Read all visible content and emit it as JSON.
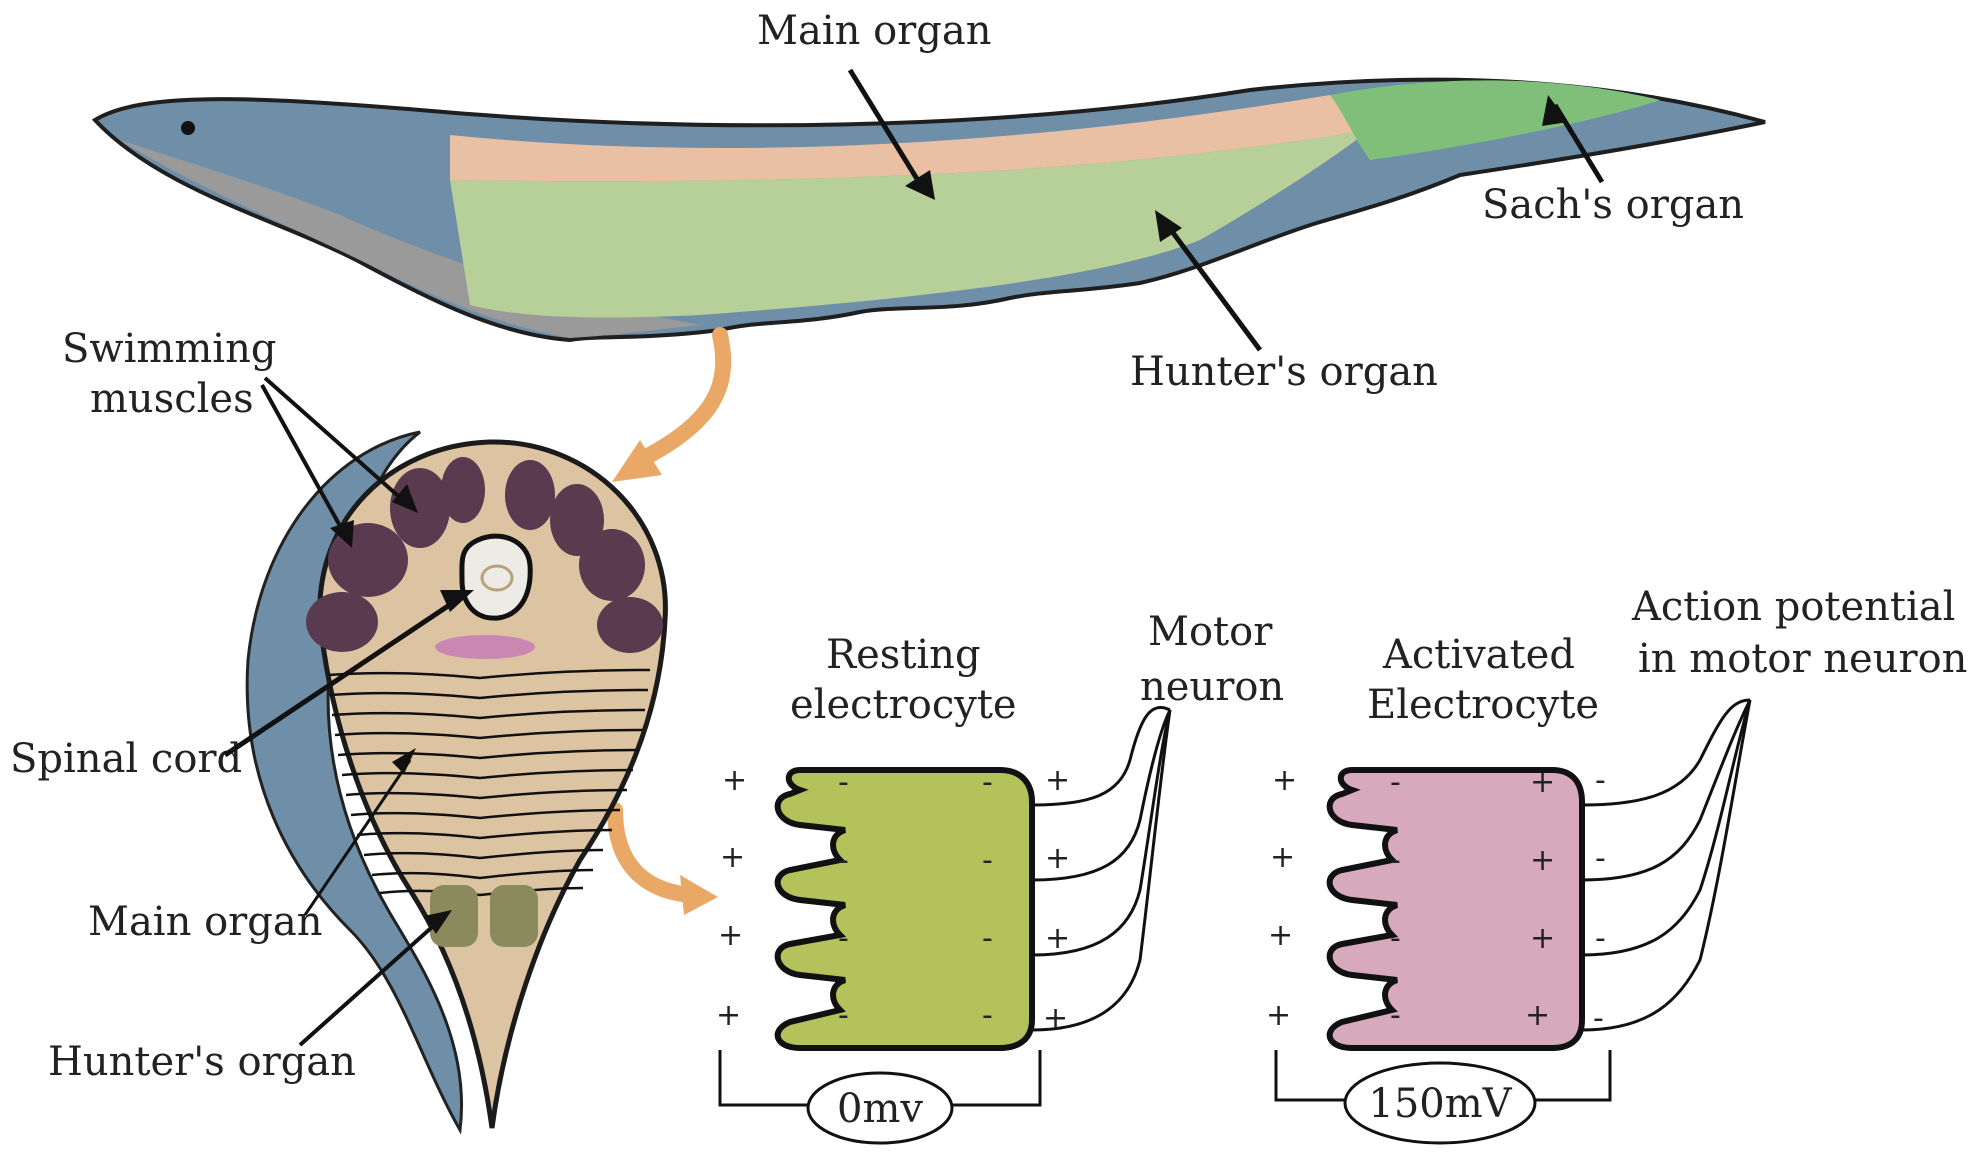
{
  "eel": {
    "labels": {
      "main_organ": "Main organ",
      "sachs_organ": "Sach's organ",
      "hunters_organ": "Hunter's organ"
    }
  },
  "cross_section": {
    "labels": {
      "swimming_muscles_line1": "Swimming",
      "swimming_muscles_line2": "muscles",
      "spinal_cord": "Spinal cord",
      "main_organ": "Main organ",
      "hunters_organ": "Hunter's organ"
    }
  },
  "resting": {
    "title_line1": "Resting",
    "title_line2": "electrocyte",
    "neuron_line1": "Motor",
    "neuron_line2": "neuron",
    "voltage": "0mv",
    "plus": "+",
    "minus": "-"
  },
  "activated": {
    "title_line1": "Activated",
    "title_line2": "Electrocyte",
    "neuron_line1": "Action potential",
    "neuron_line2": "in motor neuron",
    "voltage": "150mV",
    "plus": "+",
    "minus": "-"
  },
  "colors": {
    "body_blue": "#6f8fa8",
    "belly_grey": "#9a9a9a",
    "main_organ_peach": "#e9c0a3",
    "hunters_green": "#b7cf98",
    "sachs_green": "#7fbf7a",
    "cross_tan": "#dcc4a2",
    "muscle_purple": "#5a3a4e",
    "spinal_pink": "#c987b2",
    "hunter_olive": "#8a8a5c",
    "arrow_orange": "#eaa866",
    "resting_green": "#b3c25a",
    "activated_pink": "#d7a9bd"
  }
}
